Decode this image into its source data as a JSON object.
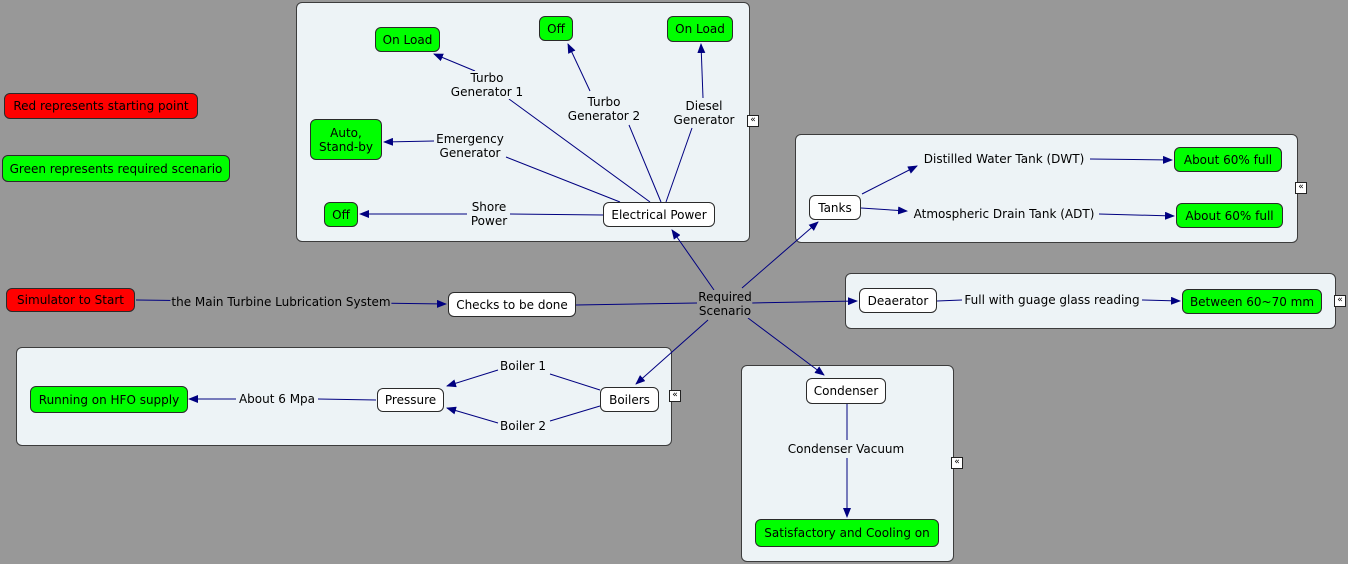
{
  "legend": {
    "red": "Red represents starting point",
    "green": "Green represents required scenario"
  },
  "start": "Simulator to Start",
  "link_main": "the Main Turbine Lubrication System",
  "checks": "Checks to be done",
  "required": "Required\nScenario",
  "electrical": {
    "hub": "Electrical Power",
    "tg1_label": "Turbo\nGenerator 1",
    "tg1_state": "On Load",
    "tg2_label": "Turbo\nGenerator 2",
    "tg2_state": "Off",
    "dg_label": "Diesel\nGenerator",
    "dg_state": "On Load",
    "eg_label": "Emergency\nGenerator",
    "eg_state": "Auto,\nStand-by",
    "shore_label": "Shore\nPower",
    "shore_state": "Off"
  },
  "tanks": {
    "hub": "Tanks",
    "dwt_label": "Distilled Water Tank (DWT)",
    "dwt_state": "About 60% full",
    "adt_label": "Atmospheric Drain Tank (ADT)",
    "adt_state": "About 60% full"
  },
  "deaerator": {
    "hub": "Deaerator",
    "label": "Full with guage glass reading",
    "state": "Between 60~70 mm"
  },
  "boilers": {
    "hub": "Boilers",
    "b1": "Boiler 1",
    "b2": "Boiler 2",
    "pressure": "Pressure",
    "label": "About 6 Mpa",
    "state": "Running on HFO supply"
  },
  "condenser": {
    "hub": "Condenser",
    "label": "Condenser Vacuum",
    "state": "Satisfactory and Cooling on"
  },
  "collapse_glyph": "«",
  "colors": {
    "background": "#989898",
    "panel": "#edf3f6",
    "start": "#ff0000",
    "required": "#00ff00",
    "link": "#000080"
  }
}
